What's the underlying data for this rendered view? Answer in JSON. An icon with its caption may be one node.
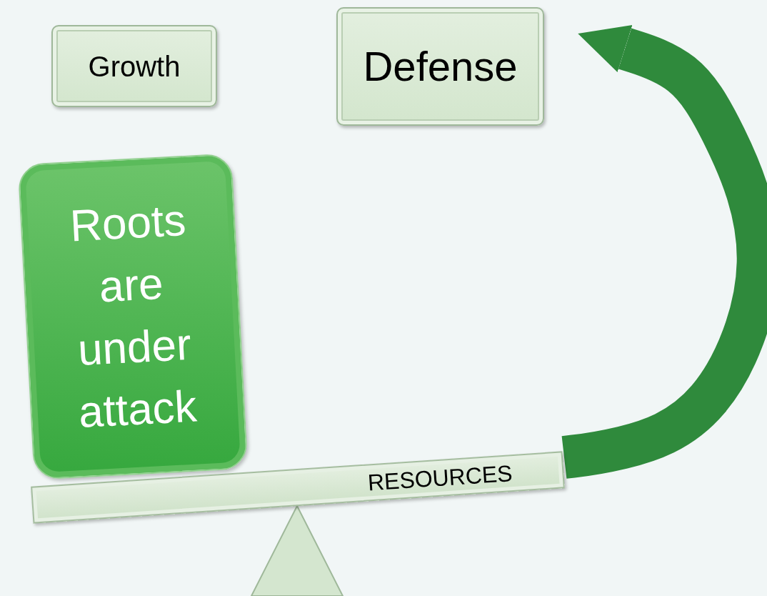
{
  "diagram": {
    "nodes": [
      {
        "text": [
          "Growth"
        ]
      },
      {
        "text": [
          "Defense"
        ]
      },
      {
        "text": [
          "Roots are under attack"
        ]
      },
      {
        "text": [
          "RESOURCES"
        ]
      },
      {
        "text": [],
        "shape": "triangle"
      }
    ],
    "edges": [
      {
        "from": 3,
        "to": 1,
        "arrow": "to",
        "color": "#2f8a3c"
      }
    ]
  }
}
